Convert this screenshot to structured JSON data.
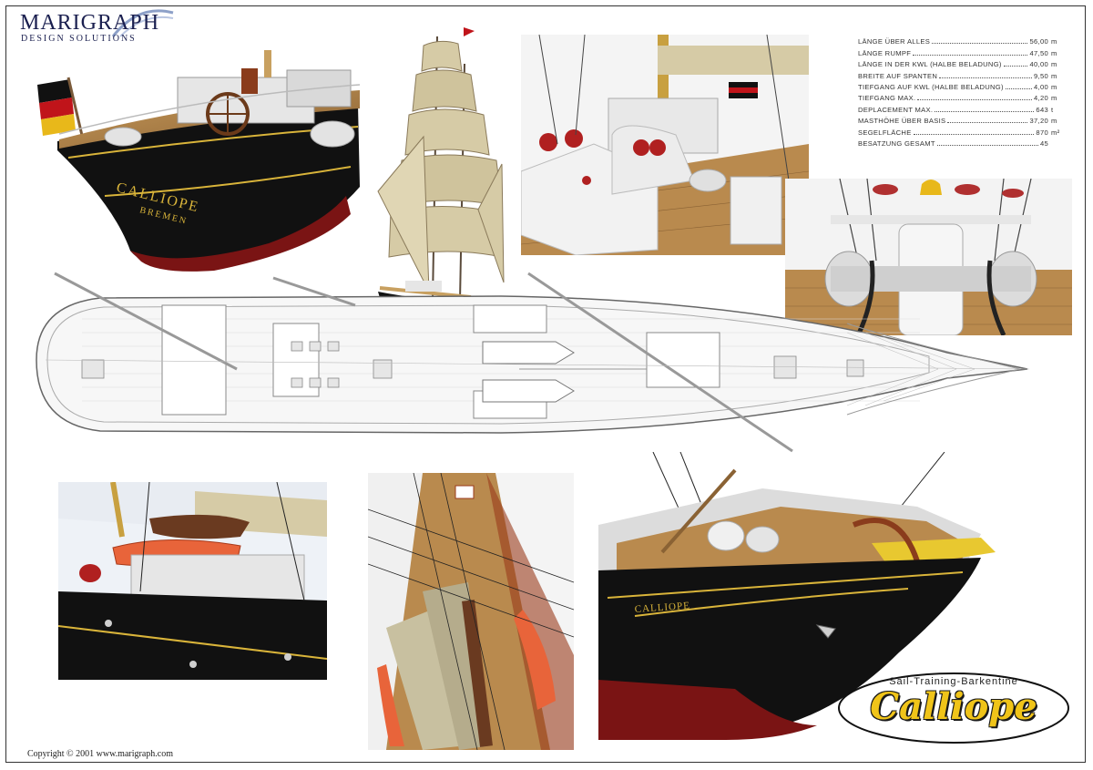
{
  "brand": {
    "name": "MARIGRAPH",
    "tagline": "DESIGN SOLUTIONS"
  },
  "title": {
    "subtitle": "Sail-Training-Barkentine",
    "name": "Calliope"
  },
  "stern_name": "CALLIOPE",
  "stern_port": "BREMEN",
  "bow_name": "CALLIOPE",
  "specs": [
    {
      "label": "LÄNGE ÜBER ALLES",
      "value": "56,00",
      "unit": "m"
    },
    {
      "label": "LÄNGE RUMPF",
      "value": "47,50",
      "unit": "m"
    },
    {
      "label": "LÄNGE IN DER KWL (HALBE BELADUNG)",
      "value": "40,00",
      "unit": "m"
    },
    {
      "label": "BREITE AUF SPANTEN",
      "value": "9,50",
      "unit": "m"
    },
    {
      "label": "TIEFGANG AUF KWL (HALBE BELADUNG)",
      "value": "4,00",
      "unit": "m"
    },
    {
      "label": "TIEFGANG MAX.",
      "value": "4,20",
      "unit": "m"
    },
    {
      "label": "DEPLACEMENT MAX.",
      "value": "643",
      "unit": "t"
    },
    {
      "label": "MASTHÖHE ÜBER BASIS",
      "value": "37,20",
      "unit": "m"
    },
    {
      "label": "SEGELFLÄCHE",
      "value": "870",
      "unit": "m²"
    },
    {
      "label": "BESATZUNG GESAMT",
      "value": "45",
      "unit": ""
    }
  ],
  "copyright": "Copyright © 2001  www.marigraph.com",
  "colors": {
    "hull_black": "#111111",
    "hull_red": "#8b1a1a",
    "deck_wood": "#b98a4e",
    "sail": "#d6cba6",
    "gold": "#f0c419",
    "logo_navy": "#1a1f4f"
  }
}
